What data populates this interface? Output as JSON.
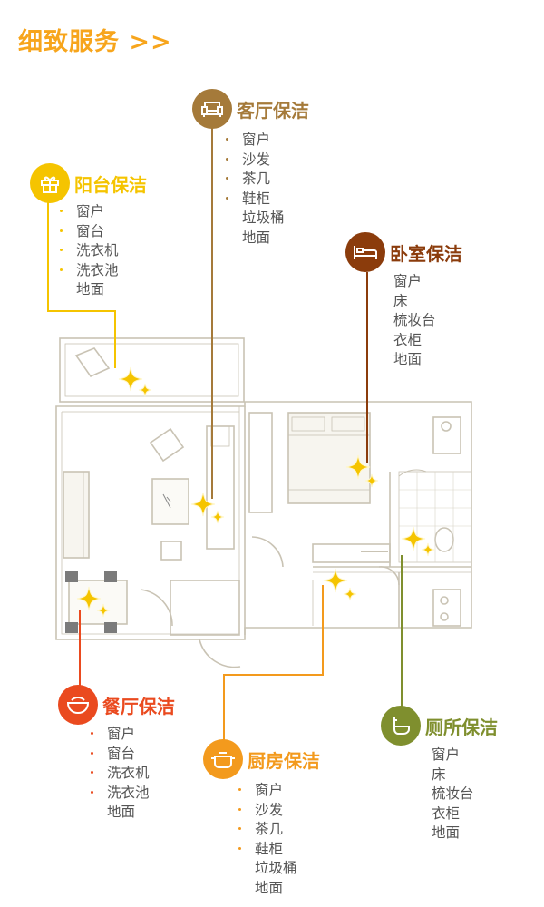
{
  "page": {
    "title": "细致服务 >>",
    "title_color": "#f7a51c"
  },
  "rooms": [
    {
      "id": "living",
      "title": "客厅保洁",
      "icon": "sofa-icon",
      "color": "#a57a3a",
      "items": [
        "窗户",
        "沙发",
        "茶几",
        "鞋柜",
        "垃圾桶",
        "地面"
      ],
      "bullets": [
        true,
        true,
        true,
        true,
        false,
        false
      ]
    },
    {
      "id": "balcony",
      "title": "阳台保洁",
      "icon": "gift-icon",
      "color": "#f5c400",
      "items": [
        "窗户",
        "窗台",
        "洗衣机",
        "洗衣池",
        "地面"
      ],
      "bullets": [
        true,
        true,
        true,
        true,
        false
      ]
    },
    {
      "id": "bedroom",
      "title": "卧室保洁",
      "icon": "bed-icon",
      "color": "#8b3c0c",
      "items": [
        "窗户",
        "床",
        "梳妆台",
        "衣柜",
        "地面"
      ],
      "bullets": [
        false,
        false,
        false,
        false,
        false
      ]
    },
    {
      "id": "dining",
      "title": "餐厅保洁",
      "icon": "bowl-icon",
      "color": "#ea4a1f",
      "items": [
        "窗户",
        "窗台",
        "洗衣机",
        "洗衣池",
        "地面"
      ],
      "bullets": [
        true,
        true,
        true,
        true,
        false
      ]
    },
    {
      "id": "kitchen",
      "title": "厨房保洁",
      "icon": "pot-icon",
      "color": "#f39a1d",
      "items": [
        "窗户",
        "沙发",
        "茶几",
        "鞋柜",
        "垃圾桶",
        "地面"
      ],
      "bullets": [
        true,
        true,
        true,
        true,
        false,
        false
      ]
    },
    {
      "id": "bathroom",
      "title": "厕所保洁",
      "icon": "toilet-icon",
      "color": "#7f8f2e",
      "items": [
        "窗户",
        "床",
        "梳妆台",
        "衣柜",
        "地面"
      ],
      "bullets": [
        false,
        false,
        false,
        false,
        false
      ]
    }
  ],
  "sparkle_color": "#f5c400"
}
